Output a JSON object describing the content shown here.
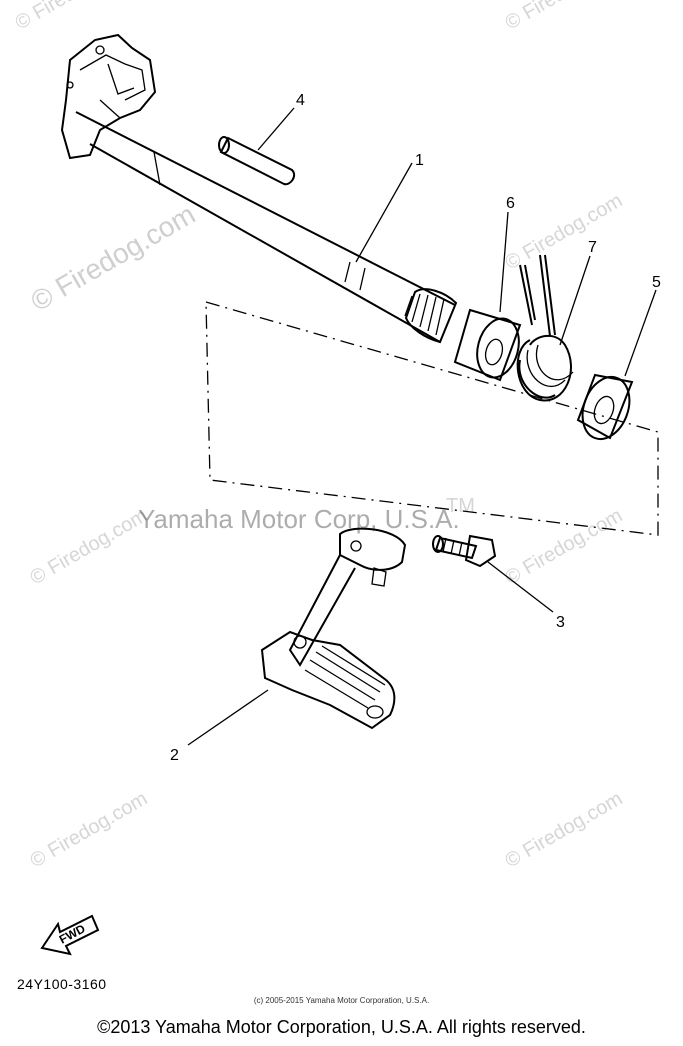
{
  "watermarks": {
    "site": "© Firedog.com",
    "manufacturer": "Yamaha Motor Corp, U.S.A.",
    "trademark": "TM"
  },
  "callouts": {
    "shaft": "1",
    "pedal": "2",
    "bolt": "3",
    "pin": "4",
    "washer": "5",
    "collar": "6",
    "spring": "7"
  },
  "fwd_label": "FWD",
  "drawing_code": "24Y100-3160",
  "small_copyright": "(c) 2005-2015 Yamaha Motor Corporation, U.S.A.",
  "footer_copyright": "©2013 Yamaha Motor Corporation, U.S.A. All rights reserved."
}
